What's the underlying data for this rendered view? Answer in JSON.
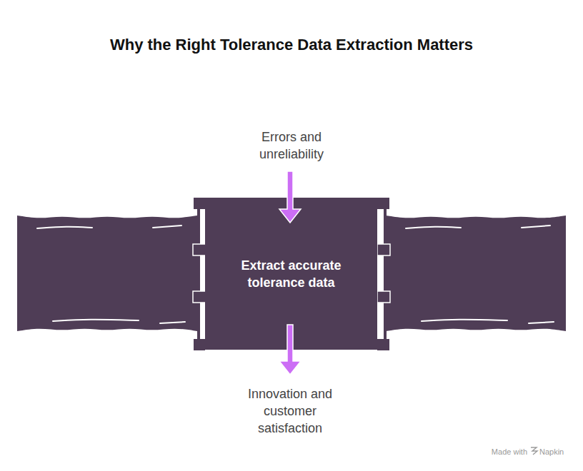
{
  "diagram": {
    "title": "Why the Right Tolerance Data Extraction Matters",
    "nodes": [
      {
        "text": [
          "Extract accurate tolerance data"
        ]
      }
    ],
    "labels": [
      "Errors and unreliability",
      "Innovation and customer satisfaction",
      "Made with",
      "Napkin"
    ]
  }
}
